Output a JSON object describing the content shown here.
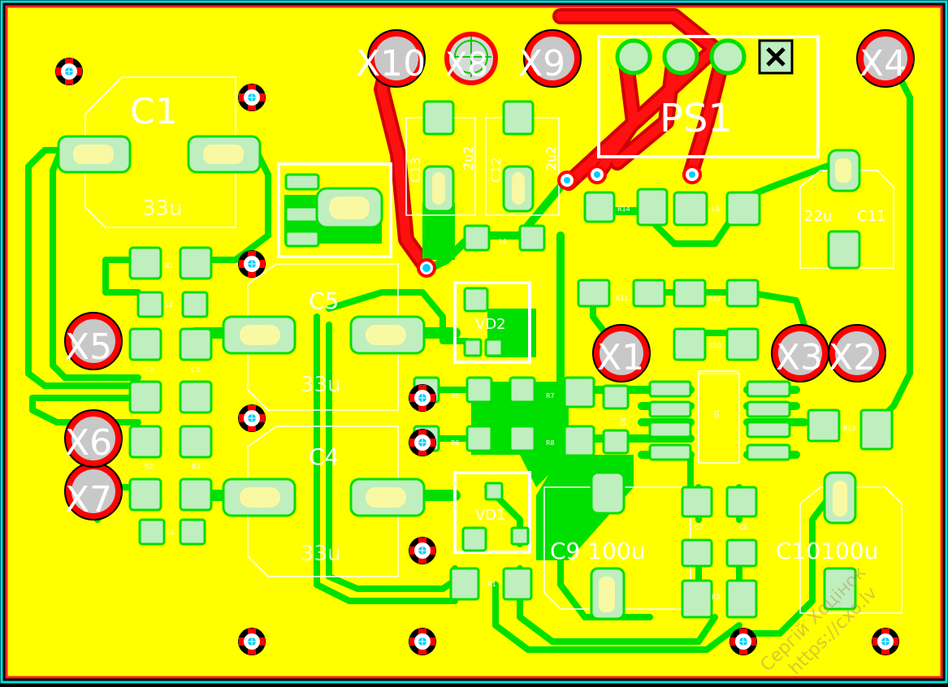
{
  "colors": {
    "board": "#ffff00",
    "copper_top": "#00e000",
    "copper_bottom": "#ff0000",
    "pad": "#bfeebf",
    "pad_highlight": "#fff9a0",
    "silkscreen": "#ffffff",
    "outline": "#00e0e0",
    "via_ring": "#ff0000",
    "via_hole": "#00ccff",
    "background": "#000000"
  },
  "labels": {
    "connectors": {
      "x1": "X1",
      "x2": "X2",
      "x3": "X3",
      "x4": "X4",
      "x5": "X5",
      "x6": "X6",
      "x7": "X7",
      "x8": "X8",
      "x9": "X9",
      "x10": "X10"
    },
    "components": {
      "c1": "C1",
      "c1_value": "33u",
      "c5": "C5",
      "c5_value": "33u",
      "c4": "C4",
      "c4_value": "33u",
      "c9": "C9 100u",
      "c10": "C10100u",
      "c11": "C11",
      "c11_value": "22u",
      "c12": "C12",
      "c12_value": "2u2",
      "c13": "C13",
      "c13_value": "2u2",
      "ps1": "PS1",
      "vd1": "VD1",
      "vd2": "VD2"
    },
    "small": {
      "r1": "R1",
      "r2": "R2",
      "r3": "R3",
      "r5": "R5",
      "r6": "R6",
      "r7": "R7",
      "r8": "R8",
      "r10": "R10",
      "r11": "R11",
      "r12": "R12",
      "r13": "R13",
      "r14": "R14",
      "l1": "L1",
      "l2": "L2",
      "l3": "L3",
      "l4": "L4",
      "c2": "C2",
      "c3": "C3",
      "c6": "C6",
      "c7": "C7",
      "c8": "C8",
      "c11s": "C11",
      "c12s": "C12",
      "u1": "U1"
    },
    "watermark_line1": "Сергій Хоцінок",
    "watermark_line2": "https://cxo.lv"
  }
}
